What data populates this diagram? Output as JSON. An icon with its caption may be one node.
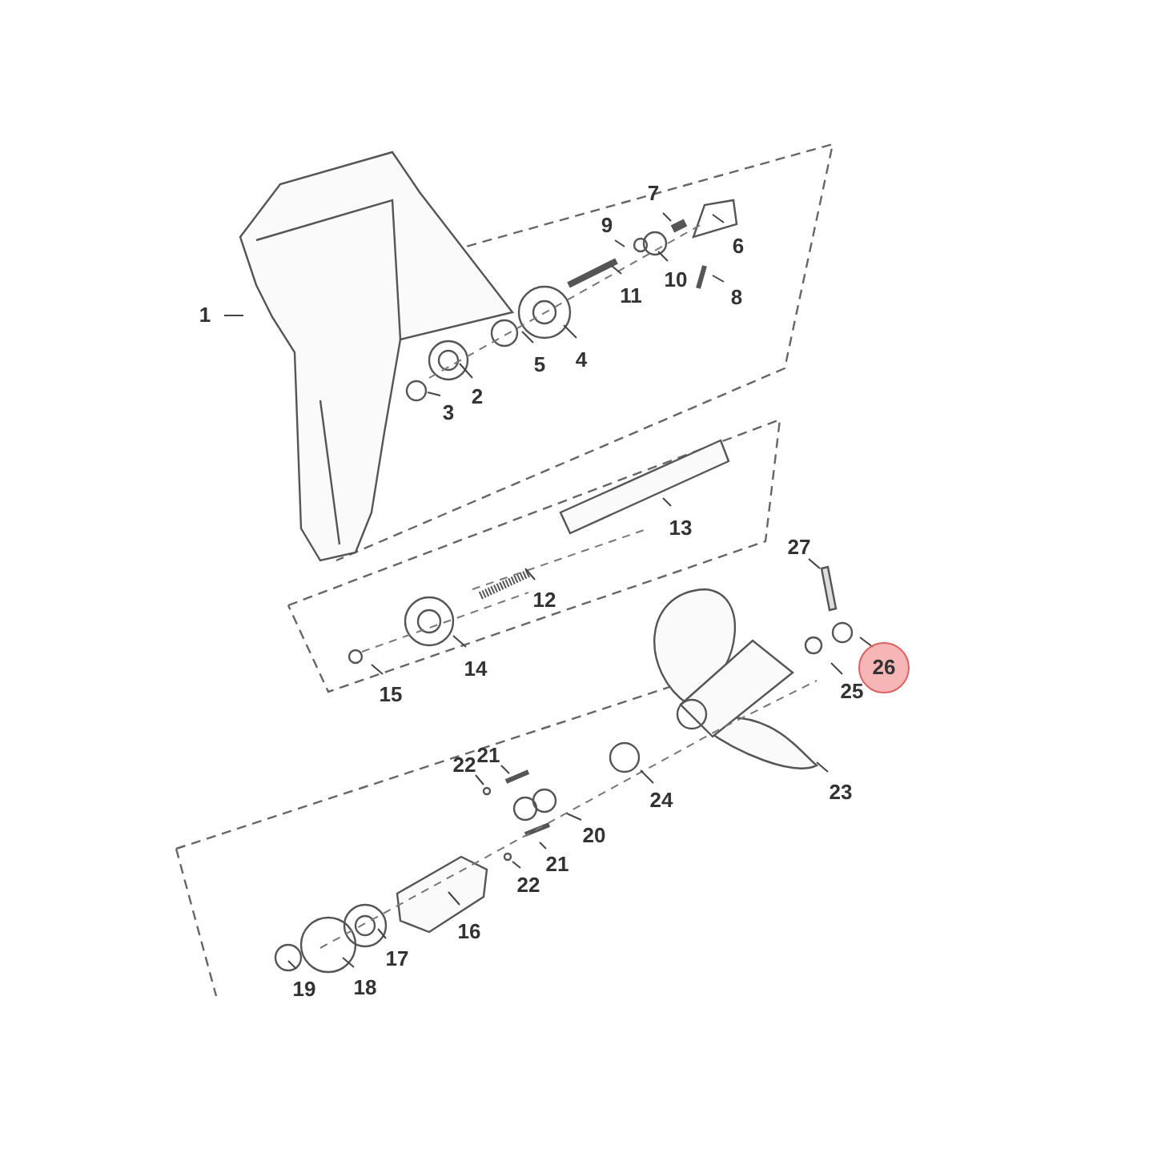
{
  "diagram": {
    "nodes": [
      {
        "text": [
          "1"
        ]
      },
      {
        "text": [
          "2"
        ]
      },
      {
        "text": [
          "3"
        ]
      },
      {
        "text": [
          "4"
        ]
      },
      {
        "text": [
          "5"
        ]
      },
      {
        "text": [
          "6"
        ]
      },
      {
        "text": [
          "7"
        ]
      },
      {
        "text": [
          "8"
        ]
      },
      {
        "text": [
          "9"
        ]
      },
      {
        "text": [
          "10"
        ]
      },
      {
        "text": [
          "11"
        ]
      },
      {
        "text": [
          "12"
        ]
      },
      {
        "text": [
          "13"
        ]
      },
      {
        "text": [
          "14"
        ]
      },
      {
        "text": [
          "15"
        ]
      },
      {
        "text": [
          "16"
        ]
      },
      {
        "text": [
          "17"
        ]
      },
      {
        "text": [
          "18"
        ]
      },
      {
        "text": [
          "19"
        ]
      },
      {
        "text": [
          "20"
        ]
      },
      {
        "text": [
          "21"
        ]
      },
      {
        "text": [
          "22"
        ]
      },
      {
        "text": [
          "21"
        ]
      },
      {
        "text": [
          "22"
        ]
      },
      {
        "text": [
          "23"
        ]
      },
      {
        "text": [
          "24"
        ]
      },
      {
        "text": [
          "25"
        ]
      },
      {
        "text": [
          "26"
        ]
      },
      {
        "text": [
          "27"
        ]
      }
    ],
    "edges": [
      {
        "from": 0,
        "to": null,
        "arrow": "none"
      },
      {
        "from": 1,
        "to": null,
        "arrow": "none"
      },
      {
        "from": 2,
        "to": null,
        "arrow": "none"
      },
      {
        "from": 3,
        "to": null,
        "arrow": "none"
      },
      {
        "from": 4,
        "to": null,
        "arrow": "none"
      },
      {
        "from": 5,
        "to": null,
        "arrow": "none"
      },
      {
        "from": 6,
        "to": null,
        "arrow": "none"
      },
      {
        "from": 7,
        "to": null,
        "arrow": "none"
      },
      {
        "from": 8,
        "to": null,
        "arrow": "none"
      },
      {
        "from": 9,
        "to": null,
        "arrow": "none"
      },
      {
        "from": 10,
        "to": null,
        "arrow": "none"
      },
      {
        "from": 11,
        "to": null,
        "arrow": "none"
      },
      {
        "from": 12,
        "to": null,
        "arrow": "none"
      },
      {
        "from": 13,
        "to": null,
        "arrow": "none"
      },
      {
        "from": 14,
        "to": null,
        "arrow": "none"
      },
      {
        "from": 15,
        "to": null,
        "arrow": "none"
      },
      {
        "from": 16,
        "to": null,
        "arrow": "none"
      },
      {
        "from": 17,
        "to": null,
        "arrow": "none"
      },
      {
        "from": 18,
        "to": null,
        "arrow": "none"
      },
      {
        "from": 19,
        "to": null,
        "arrow": "none"
      },
      {
        "from": 20,
        "to": null,
        "arrow": "none"
      },
      {
        "from": 21,
        "to": null,
        "arrow": "none"
      },
      {
        "from": 22,
        "to": null,
        "arrow": "none"
      },
      {
        "from": 23,
        "to": null,
        "arrow": "none"
      },
      {
        "from": 24,
        "to": null,
        "arrow": "none"
      },
      {
        "from": 25,
        "to": null,
        "arrow": "none"
      },
      {
        "from": 26,
        "to": null,
        "arrow": "none"
      },
      {
        "from": 27,
        "to": null,
        "arrow": "none"
      },
      {
        "from": 28,
        "to": null,
        "arrow": "none"
      }
    ]
  }
}
